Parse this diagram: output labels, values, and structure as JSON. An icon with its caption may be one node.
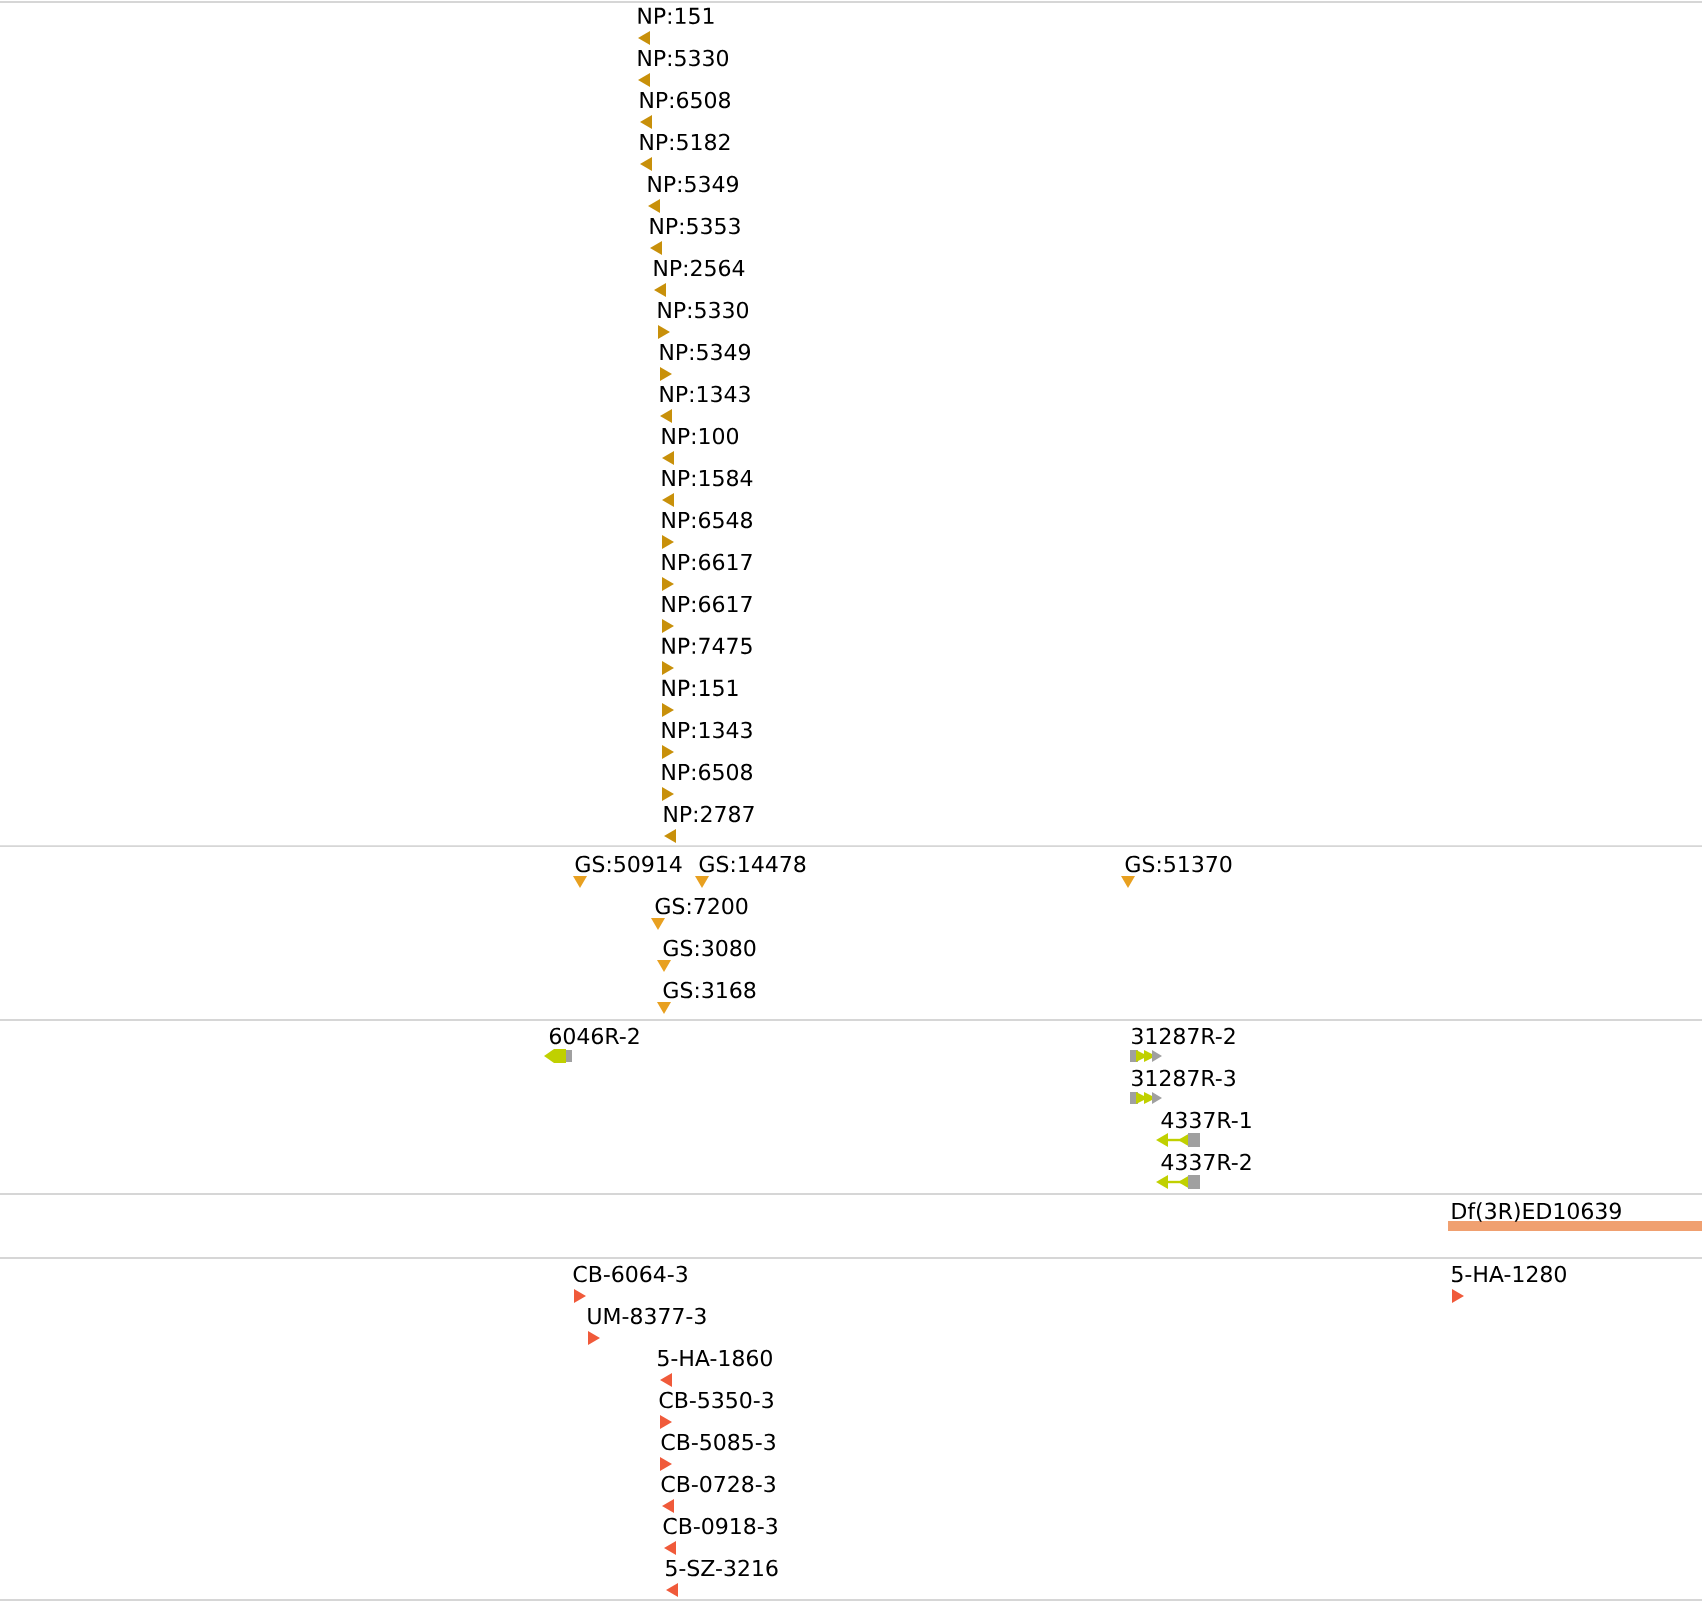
{
  "diagram": {
    "labels": [
      "NP:151",
      "NP:5330",
      "NP:6508",
      "NP:5182",
      "NP:5349",
      "NP:5353",
      "NP:2564",
      "NP:5330",
      "NP:5349",
      "NP:1343",
      "NP:100",
      "NP:1584",
      "NP:6548",
      "NP:6617",
      "NP:6617",
      "NP:7475",
      "NP:151",
      "NP:1343",
      "NP:6508",
      "NP:2787",
      "GS:50914",
      "GS:14478",
      "GS:51370",
      "GS:7200",
      "GS:3080",
      "GS:3168",
      "6046R-2",
      "31287R-2",
      "31287R-3",
      "4337R-1",
      "4337R-2",
      "Df(3R)ED10639",
      "CB-6064-3",
      "5-HA-1280",
      "UM-8377-3",
      "5-HA-1860",
      "CB-5350-3",
      "CB-5085-3",
      "CB-0728-3",
      "CB-0918-3",
      "5-SZ-3216"
    ]
  }
}
